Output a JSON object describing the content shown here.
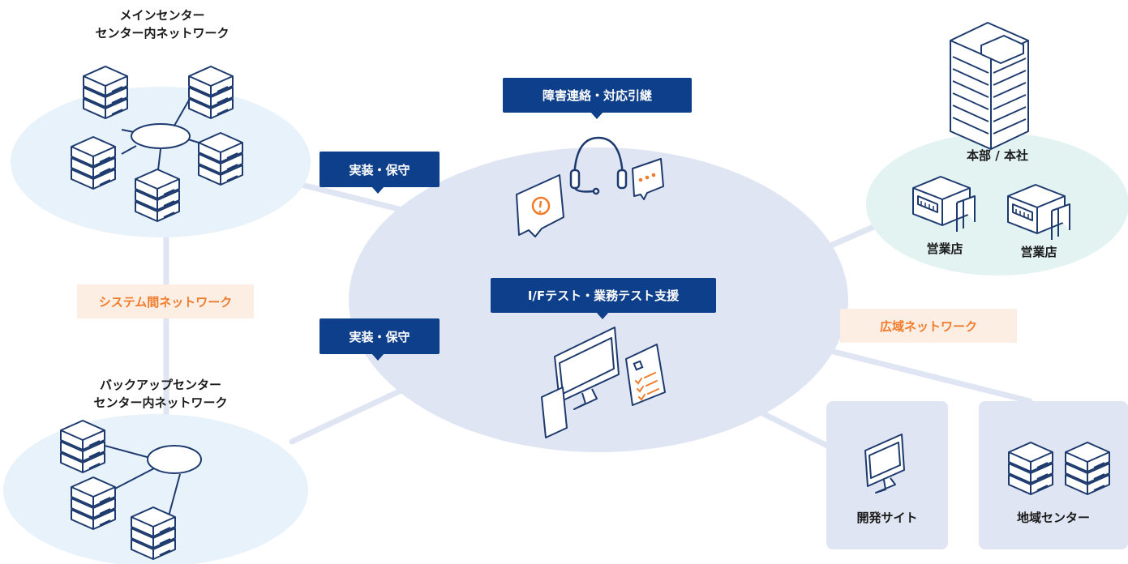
{
  "main_center": {
    "title_line1": "メインセンター",
    "title_line2": "センター内ネットワーク"
  },
  "backup_center": {
    "title_line1": "バックアップセンター",
    "title_line2": "センター内ネットワーク"
  },
  "central": {
    "incident_tag": "障害連絡・対応引継",
    "test_tag": "I/Fテスト・業務テスト支援"
  },
  "impl_tag_top": "実装・保守",
  "impl_tag_bottom": "実装・保守",
  "system_network_label": "システム間ネットワーク",
  "wide_area_network_label": "広域ネットワーク",
  "hq": {
    "label": "本部 / 本社",
    "branch1": "営業店",
    "branch2": "営業店"
  },
  "dev_site": {
    "label": "開発サイト"
  },
  "regional_center": {
    "label": "地域センター"
  },
  "colors": {
    "navy": "#0d3f8a",
    "orange": "#f07c2b",
    "light_blue": "#e8f2fb",
    "central_ellipse": "#dfe5f2",
    "mint": "#e2f3f2"
  }
}
